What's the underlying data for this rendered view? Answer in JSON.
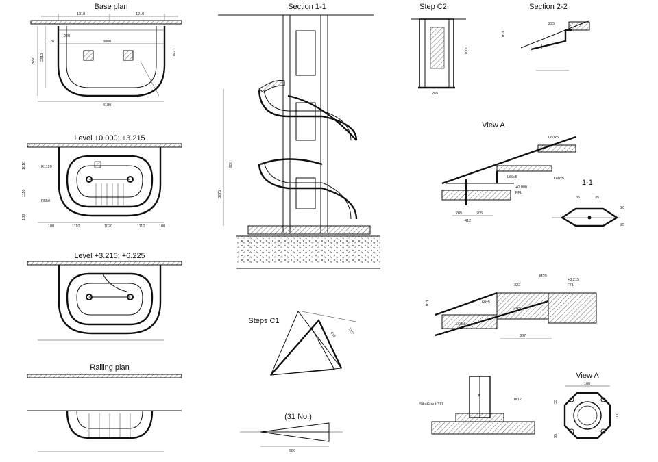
{
  "titles": {
    "base_plan": "Base plan",
    "section_11": "Section 1-1",
    "step_c2": "Step C2",
    "section_22": "Section 2-2",
    "level_1": "Level +0.000; +3.215",
    "view_a_top": "View A",
    "detail_11": "1-1",
    "level_2": "Level +3.215; +6.225",
    "steps_c1": "Steps C1",
    "railing_plan": "Railing plan",
    "count": "(31 No.)",
    "view_a_bottom": "View A"
  },
  "dims": {
    "base_1210a": "1210",
    "base_1210b": "1210",
    "base_220": "220",
    "base_120": "120",
    "base_3800": "3800",
    "base_1220": "1220",
    "base_2650": "2650",
    "base_2310": "2310",
    "base_4180": "4180",
    "lvl_100a": "100",
    "lvl_1110a": "1110",
    "lvl_1020": "1020",
    "lvl_1110b": "1110",
    "lvl_100b": "100",
    "lvl_r1120": "R1120",
    "lvl_r550": "R550",
    "lvl_1010": "1010",
    "lvl_1110c": "1110",
    "lvl_160": "160",
    "sec_3275": "3275",
    "sec_200": "200",
    "c2_1000": "1000",
    "c2_265": "265",
    "s22_295": "295",
    "s22_163": "163",
    "va_l60x5a": "L60x5",
    "va_l60x5b": "L60x5",
    "va_l60x5c": "L60x5",
    "va_205a": "205",
    "va_205b": "205",
    "va_412": "412",
    "va_000": "+0.000",
    "va_ffl": "FFL",
    "d11_35a": "35",
    "d11_35b": "35",
    "d11_20": "20",
    "d11_25": "25",
    "c1_215": "215°",
    "c1_435": "435",
    "cnt_980": "980",
    "sd_322": "322",
    "sd_m20": "M20",
    "sd_3215": "+3.215",
    "sd_ffl": "FFL",
    "sd_l60x5a": "L60x5",
    "sd_l60x5b": "L60x5",
    "sd_l60x5c": "L60x5",
    "sd_163": "163",
    "sd_307": "307",
    "bd_sika": "SikaGrout 311",
    "bd_a": "A",
    "bd_t12": "t=12",
    "vb_160": "160",
    "vb_35": "35",
    "vb_100": "100",
    "vb_35b": "35"
  }
}
